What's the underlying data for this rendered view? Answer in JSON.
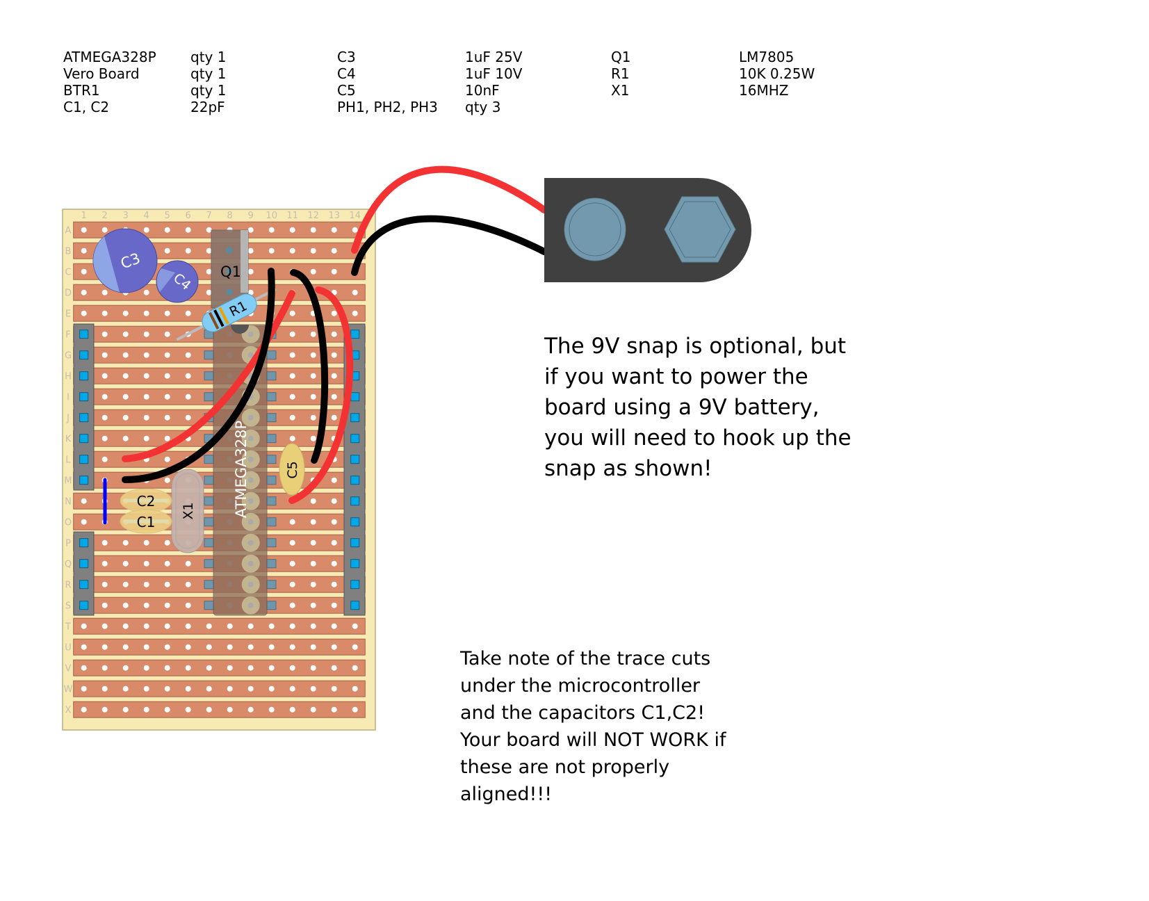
{
  "bom": {
    "col1": [
      "ATMEGA328P",
      "Vero Board",
      "BTR1",
      "C1, C2"
    ],
    "col2": [
      "qty 1",
      "qty 1",
      "qty 1",
      "22pF"
    ],
    "col3": [
      "C3",
      "C4",
      "C5",
      "PH1, PH2, PH3"
    ],
    "col4": [
      "1uF 25V",
      "1uF 10V",
      "10nF",
      "qty 3"
    ],
    "col5": [
      "Q1",
      "R1",
      "X1"
    ],
    "col6": [
      "LM7805",
      "10K 0.25W",
      "16MHZ"
    ]
  },
  "notes": {
    "snap": [
      "The 9V snap is optional, but",
      "if you want to power the",
      "board using a 9V battery,",
      "you will need to hook up the",
      "snap as shown!"
    ],
    "cuts": [
      "Take note of the trace cuts",
      "under the microcontroller",
      "and the capacitors C1,C2!",
      "Your board will NOT WORK if",
      "these are not properly",
      "aligned!!!"
    ]
  },
  "board": {
    "columns": [
      "1",
      "2",
      "3",
      "4",
      "5",
      "6",
      "7",
      "8",
      "9",
      "10",
      "11",
      "12",
      "13",
      "14"
    ],
    "rows": [
      "A",
      "B",
      "C",
      "D",
      "E",
      "F",
      "G",
      "H",
      "I",
      "J",
      "K",
      "L",
      "M",
      "N",
      "O",
      "P",
      "Q",
      "R",
      "S",
      "T",
      "U",
      "V",
      "W",
      "X"
    ]
  },
  "components": {
    "c3": "C3",
    "c4": "C4",
    "q1": "Q1",
    "r1": "R1",
    "c5": "C5",
    "c2": "C2",
    "c1": "C1",
    "x1": "X1",
    "ic": "ATMEGA328P"
  },
  "colors": {
    "board": "#f7eab3",
    "strip": "#d98a68",
    "header": "#808080",
    "pin": "#00a8e8",
    "wire_red": "#f33333",
    "wire_black": "#000000",
    "jumper": "#0000ff",
    "cap_blue": "#6868c8",
    "snap": "#404040",
    "snap_terminal": "#7299ad"
  }
}
